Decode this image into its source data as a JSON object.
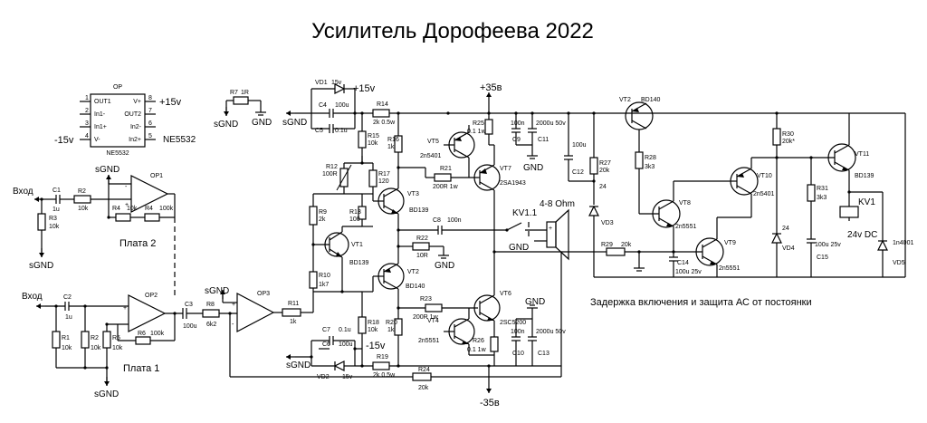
{
  "title": "Усилитель Дорофеева 2022",
  "subtitle_protect": "Задержка включения и защита АС от постоянки",
  "rails": {
    "vpos15": "+15v",
    "vneg15": "-15v",
    "vpos35": "+35в",
    "vneg35": "-35в"
  },
  "ground": "GND",
  "sgnd": "sGND",
  "inputs": {
    "in_label": "Вход"
  },
  "boards": {
    "board1": "Плата 1",
    "board2": "Плата 2"
  },
  "ic": {
    "name": "OP",
    "part": "NE5532",
    "part_big": "NE5532",
    "pins_left": [
      "OUT1",
      "In1-",
      "In1+",
      "V-"
    ],
    "pins_right": [
      "V+",
      "OUT2",
      "In2-",
      "In2+"
    ],
    "nums_left": [
      "1",
      "2",
      "3",
      "4"
    ],
    "nums_right": [
      "8",
      "7",
      "6",
      "5"
    ]
  },
  "opamps": {
    "op1": "OP1",
    "op2": "OP2",
    "op3": "OP3"
  },
  "speaker": {
    "label": "4-8 Ohm",
    "relay_contact": "KV1.1"
  },
  "relay": {
    "name": "KV1",
    "coil": "24v DC"
  },
  "parts": {
    "C1": "C1",
    "C1v": "1u",
    "R2": "R2",
    "R2v": "10k",
    "R3": "R3",
    "R3v": "10k",
    "R4": "R4",
    "R4v": "10k",
    "R4v2": "100k",
    "C2": "C2",
    "C2v": "1u",
    "R1": "R1",
    "R1v": "10k",
    "R5": "R5",
    "R5v": "10k",
    "R6": "R6",
    "R6v": "100k",
    "C3": "C3",
    "C3v": "100u",
    "R8": "R8",
    "R8v": "6k2",
    "R11": "R11",
    "R11v": "1k",
    "R7": "R7",
    "R7v": "1R",
    "VD1": "VD1",
    "VD1v": "15v",
    "C4": "C4",
    "C4v": "100u",
    "C5": "C5",
    "C5v": "0.1u",
    "R14": "R14",
    "R14v": "2k 0.5w",
    "R15": "R15",
    "R15v": "10k",
    "R12": "R12",
    "R12v": "100R",
    "R17": "R17",
    "R17v": "120",
    "R16": "R16",
    "R16v": "1k",
    "R13": "R13",
    "R13v": "100",
    "R9": "R9",
    "R9v": "2k",
    "R10": "R10",
    "R10v": "1k7",
    "VT1": "VT1",
    "VT1p": "BD139",
    "VT2": "VT2",
    "VT2p": "BD140",
    "VT3": "VT3",
    "VT3p": "BD139",
    "VT4": "VT4",
    "VT4p": "2n5551",
    "VT5": "VT5",
    "VT5p": "2n5401",
    "VT6": "VT6",
    "VT6p": "2SC5200",
    "VT7": "VT7",
    "VT7p": "2SA1943",
    "R21": "R21",
    "R21v": "200R 1w",
    "R22": "R22",
    "R22v": "10R",
    "R23": "R23",
    "R23v": "200R 1w",
    "R25": "R25",
    "R25v": "0.1 1w",
    "R26": "R26",
    "R26v": "0.1 1w",
    "C8": "C8",
    "C8v": "100n",
    "C9": "C9",
    "C9v": "100n",
    "C11": "C11",
    "C11v": "2000u 50v",
    "C10": "C10",
    "C10v": "100n",
    "C13": "C13",
    "C13v": "2000u 50v",
    "R18": "R18",
    "R18v": "10k",
    "R20": "R20",
    "R20v": "1k",
    "VD2": "VD2",
    "VD2v": "15v",
    "C6": "C6",
    "C6v": "100u",
    "C7": "C7",
    "C7v": "0.1u",
    "R19": "R19",
    "R19v": "2k 0.5w",
    "R24": "R24",
    "R24v": "20k",
    "C12": "C12",
    "C12v": "100u",
    "R27": "R27",
    "R27v": "20k",
    "VD3": "VD3",
    "VD3v": "24",
    "VT2p_prot": "VT2",
    "VT2p_protp": "BD140",
    "R28": "R28",
    "R28v": "3k3",
    "VT8": "VT8",
    "VT8p": "2n5551",
    "VT9": "VT9",
    "VT9p": "2n5551",
    "R29": "R29",
    "R29v": "20k",
    "C14": "C14",
    "C14v": "100u 25v",
    "VT10": "VT10",
    "VT10p": "2n5401",
    "R30": "R30",
    "R30v": "20k*",
    "VD4": "VD4",
    "VD4v": "24",
    "R31": "R31",
    "R31v": "3k3",
    "C15": "C15",
    "C15v": "100u 25v",
    "VT11": "VT11",
    "VT11p": "BD139",
    "VD5": "VD5",
    "VD5v": "1n4001"
  }
}
